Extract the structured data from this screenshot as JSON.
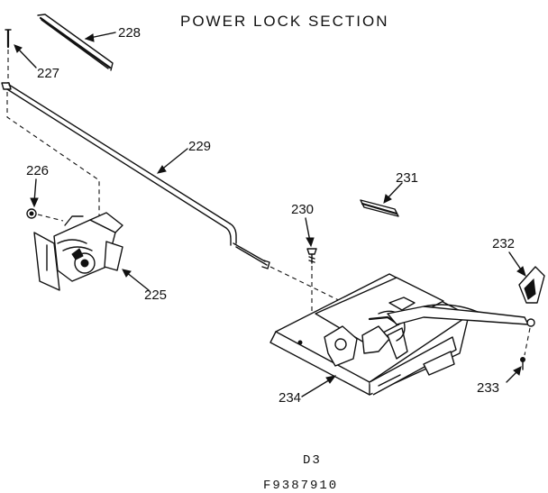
{
  "title": "POWER LOCK SECTION",
  "parts": {
    "p225": "225",
    "p226": "226",
    "p227": "227",
    "p228": "228",
    "p229": "229",
    "p230": "230",
    "p231": "231",
    "p232": "232",
    "p233": "233",
    "p234": "234"
  },
  "footer": {
    "section": "D3",
    "code": "F9387910"
  }
}
